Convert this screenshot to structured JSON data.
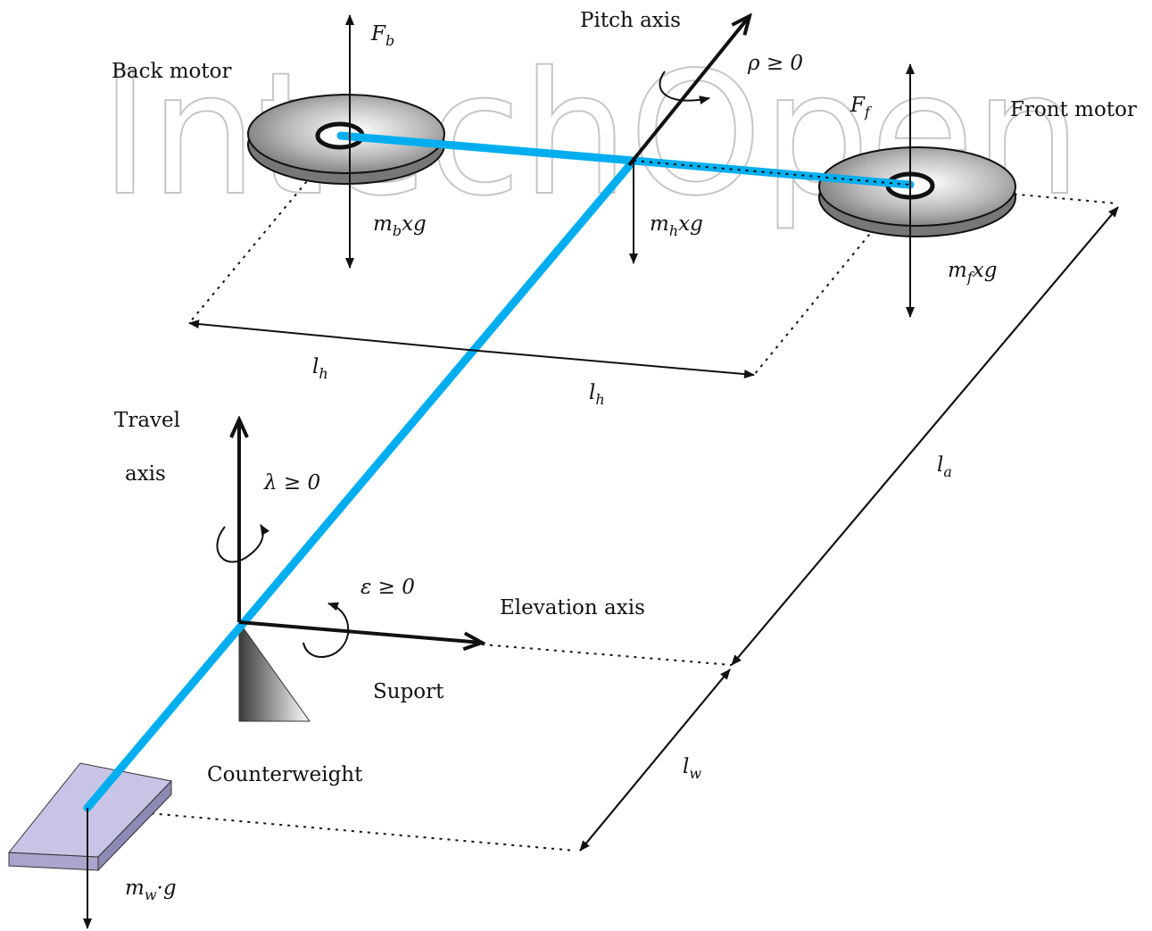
{
  "watermark": "IntechOpen",
  "labels": {
    "pitch_axis": "Pitch axis",
    "back_motor": "Back motor",
    "front_motor": "Front motor",
    "travel": "Travel",
    "axis": "axis",
    "elevation_axis": "Elevation axis",
    "suport": "Suport",
    "counterweight": "Counterweight"
  },
  "math": {
    "fb": "F",
    "fb_sub": "b",
    "ff": "F",
    "ff_sub": "f",
    "rho": "ρ ≥ 0",
    "lambda": "λ ≥ 0",
    "epsilon": "ε ≥ 0",
    "mb": "m",
    "mb_sub": "b",
    "mb_rest": "xg",
    "mh": "m",
    "mh_sub": "h",
    "mh_rest": "xg",
    "mf": "m",
    "mf_sub": "f",
    "mf_rest": "xg",
    "mw": "m",
    "mw_sub": "w",
    "mw_rest": "·g",
    "lh1": "l",
    "lh1_sub": "h",
    "lh2": "l",
    "lh2_sub": "h",
    "la": "l",
    "la_sub": "a",
    "lw": "l",
    "lw_sub": "w"
  },
  "colors": {
    "beam": "#00aeef",
    "counterweight_fill": "#c8c4e6"
  }
}
